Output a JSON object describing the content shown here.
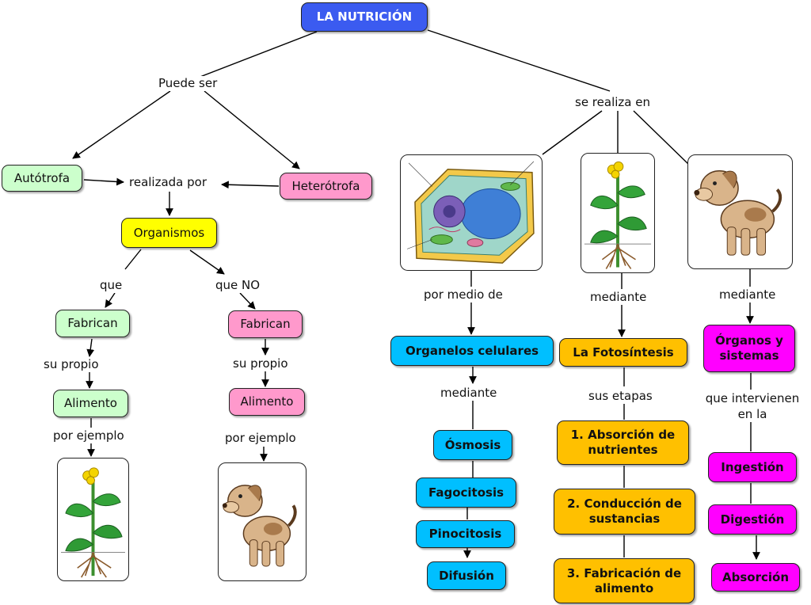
{
  "title": "LA NUTRICIÓN",
  "links": {
    "puede_ser": "Puede ser",
    "se_realiza_en": "se realiza en",
    "realizada_por": "realizada por",
    "que": "que",
    "que_no": "que NO",
    "su_propio": "su propio",
    "por_ejemplo": "por ejemplo",
    "por_medio_de": "por medio de",
    "mediante": "mediante",
    "sus_etapas": "sus etapas",
    "que_intervienen": "que intervienen en la"
  },
  "nodes": {
    "autotrofa": "Autótrofa",
    "heterotrofa": "Heterótrofa",
    "organismos": "Organismos",
    "fabrican": "Fabrican",
    "alimento": "Alimento",
    "organelos": "Organelos celulares",
    "fotosintesis": "La Fotosíntesis",
    "organos": "Órganos y sistemas",
    "osmosis": "Ósmosis",
    "fagocitosis": "Fagocitosis",
    "pinocitosis": "Pinocitosis",
    "difusion": "Difusión",
    "etapa1": "1. Absorción de nutrientes",
    "etapa2": "2. Conducción de sustancias",
    "etapa3": "3. Fabricación de alimento",
    "ingestion": "Ingestión",
    "digestion": "Digestión",
    "absorcion": "Absorción"
  },
  "images": [
    "plant-illustration",
    "dog-illustration",
    "plant-cell-illustration"
  ],
  "colors": {
    "title": "#3b5bf0",
    "green": "#ccffcc",
    "pink": "#ff99cc",
    "yellow": "#ffff00",
    "cyan": "#00bfff",
    "orange": "#ffc000",
    "magenta": "#ff00ff"
  }
}
